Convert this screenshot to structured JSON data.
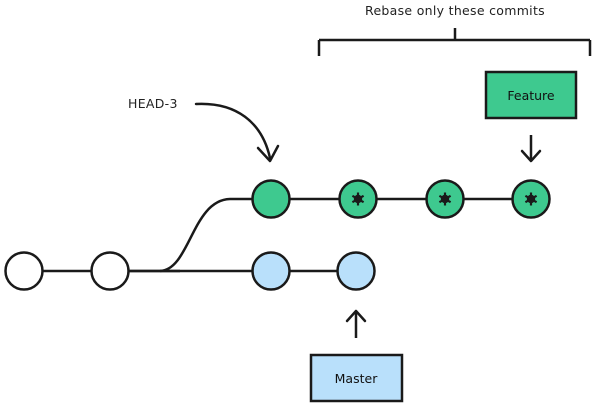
{
  "bracket_label": "Rebase only these commits",
  "head_label": "HEAD-3",
  "feature_label": "Feature",
  "master_label": "Master",
  "colors": {
    "stroke": "#1a1a1a",
    "feature_fill": "#3ec98f",
    "master_fill": "#b9e0fb",
    "base_fill": "#ffffff"
  },
  "commits": {
    "base": 2,
    "feature": 4,
    "master": 2,
    "starred_feature": 3
  }
}
